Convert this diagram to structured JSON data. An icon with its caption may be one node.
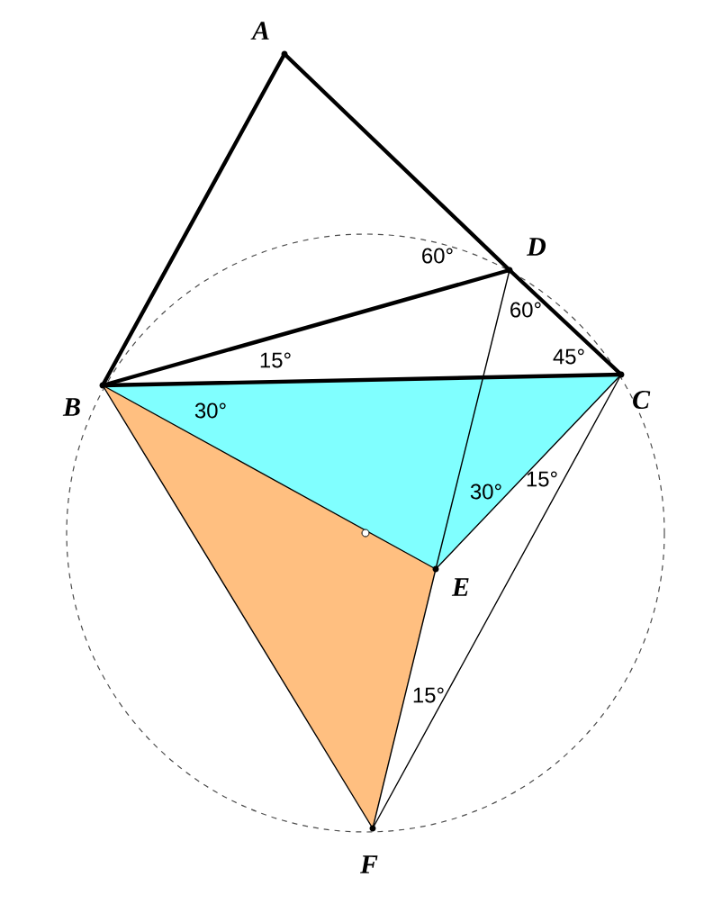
{
  "diagram": {
    "nodes": [
      {
        "text": [
          "A"
        ]
      },
      {
        "text": [
          "B"
        ]
      },
      {
        "text": [
          "C"
        ]
      },
      {
        "text": [
          "D"
        ]
      },
      {
        "text": [
          "E"
        ]
      },
      {
        "text": [
          "F"
        ]
      }
    ],
    "edges": [
      {
        "from": 0,
        "to": 1,
        "arrow": "none",
        "style": "thick"
      },
      {
        "from": 0,
        "to": 3,
        "arrow": "none",
        "style": "thick"
      },
      {
        "from": 3,
        "to": 2,
        "arrow": "none",
        "style": "thick"
      },
      {
        "from": 1,
        "to": 3,
        "arrow": "none",
        "style": "thick"
      },
      {
        "from": 1,
        "to": 2,
        "arrow": "none",
        "style": "thick"
      },
      {
        "from": 1,
        "to": 4,
        "arrow": "none"
      },
      {
        "from": 1,
        "to": 5,
        "arrow": "none"
      },
      {
        "from": 4,
        "to": 5,
        "arrow": "none"
      },
      {
        "from": 4,
        "to": 2,
        "arrow": "none"
      },
      {
        "from": 2,
        "to": 5,
        "arrow": "none"
      },
      {
        "from": 3,
        "to": 4,
        "arrow": "none"
      }
    ],
    "labels": [
      "60°",
      "60°",
      "15°",
      "45°",
      "30°",
      "30°",
      "15°",
      "15°"
    ]
  }
}
